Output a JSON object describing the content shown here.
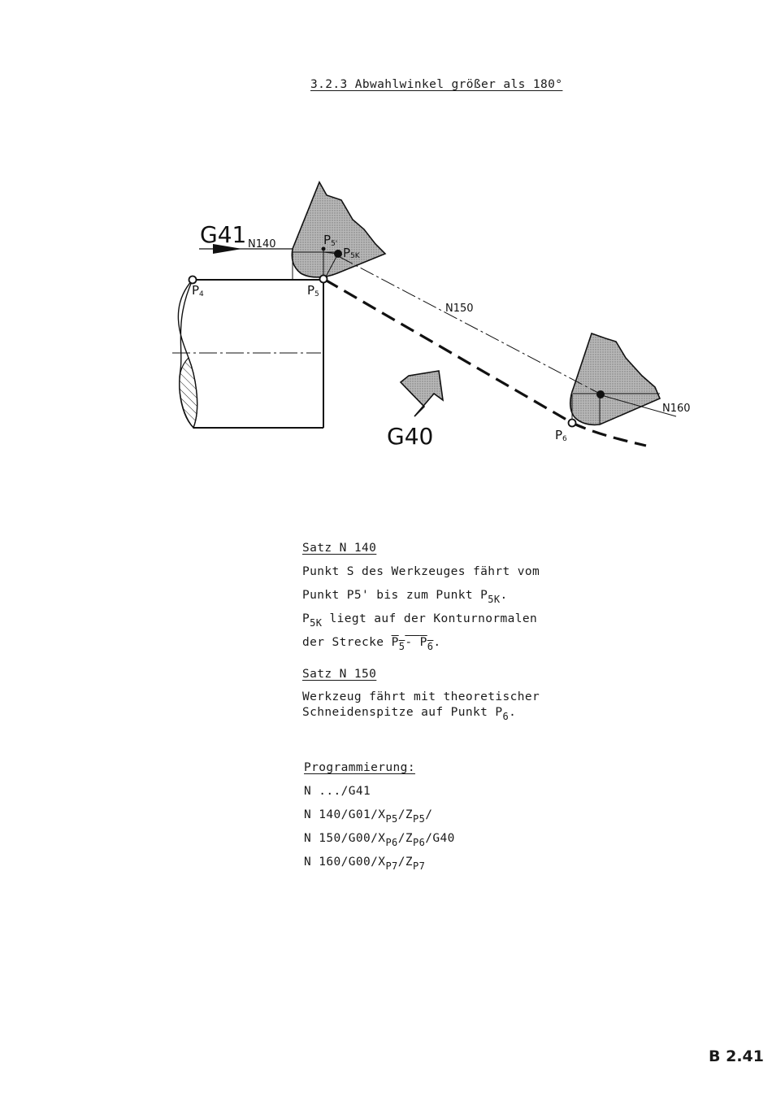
{
  "title": "3.2.3 Abwahlwinkel größer als 180°",
  "diagram": {
    "g41": "G41",
    "g40": "G40",
    "n140": "N140",
    "n150": "N150",
    "n160": "N160",
    "p4": "P",
    "p4_sub": "4",
    "p5": "P",
    "p5_sub": "5",
    "p5prime": "P",
    "p5prime_sub": "5'",
    "p5k": "P",
    "p5k_sub": "5K",
    "p6": "P",
    "p6_sub": "6"
  },
  "satz140": {
    "heading": "Satz N 140",
    "line1": "Punkt S des Werkzeuges fährt vom",
    "line2_a": "Punkt P5' bis zum Punkt P",
    "line2_sub": "5K",
    "line2_b": ".",
    "line3_a": "P",
    "line3_sub": "5K",
    "line3_b": " liegt auf der Konturnormalen",
    "line4_a": "der Strecke ",
    "line4_p5": "P",
    "line4_p5_sub": "5",
    "line4_dash": "- ",
    "line4_p6": "P",
    "line4_p6_sub": "6",
    "line4_b": "."
  },
  "satz150": {
    "heading": "Satz N 150",
    "line1": "Werkzeug fährt mit theoretischer",
    "line2_a": "Schneidenspitze auf Punkt P",
    "line2_sub": "6",
    "line2_b": "."
  },
  "programmierung": {
    "heading": "Programmierung:",
    "l1": "N .../G41",
    "l2_a": "N 140/G01/X",
    "l2_s1": "P5",
    "l2_b": "/Z",
    "l2_s2": "P5",
    "l2_c": "/",
    "l3_a": "N 150/G00/X",
    "l3_s1": "P6",
    "l3_b": "/Z",
    "l3_s2": "P6",
    "l3_c": "/G40",
    "l4_a": "N 160/G00/X",
    "l4_s1": "P7",
    "l4_b": "/Z",
    "l4_s2": "P7",
    "l4_c": ""
  },
  "page_number": "B 2.41"
}
